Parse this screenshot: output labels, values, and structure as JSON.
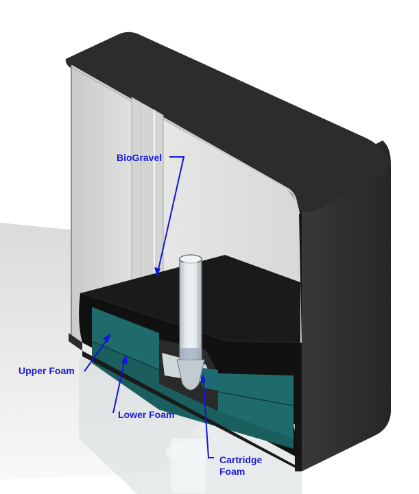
{
  "labels": {
    "biogravel": "BioGravel",
    "upper_foam": "Upper Foam",
    "lower_foam": "Lower Foam",
    "cartridge_line1": "Cartridge",
    "cartridge_line2": "Foam"
  },
  "colors": {
    "label_text": "#1a1ad6",
    "leader_line": "#1414e0",
    "housing": "#2b2b2b",
    "gravel_bed": "#1c1c1c",
    "foam": "#1f6b6b",
    "tube": "#dfe7ea",
    "glass_interior": "#e2e3e1"
  }
}
